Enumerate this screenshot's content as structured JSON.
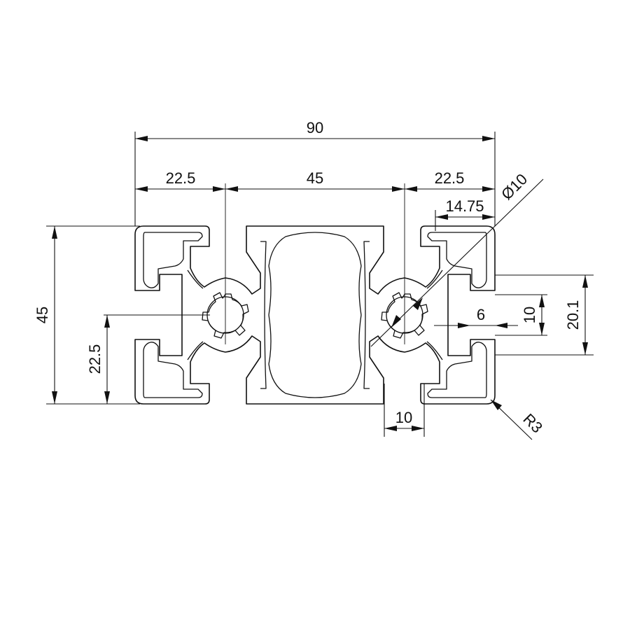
{
  "dimensions": {
    "overall_width": "90",
    "left_offset": "22.5",
    "center_spacing": "45",
    "right_offset": "22.5",
    "height": "45",
    "half_height": "22.5",
    "slot_edge": "14.75",
    "bore_diameter": "Ø10",
    "slot_span": "20.1",
    "slot_opening": "10",
    "slot_depth": "6",
    "slot_width_bottom": "10",
    "corner_radius": "R3"
  }
}
